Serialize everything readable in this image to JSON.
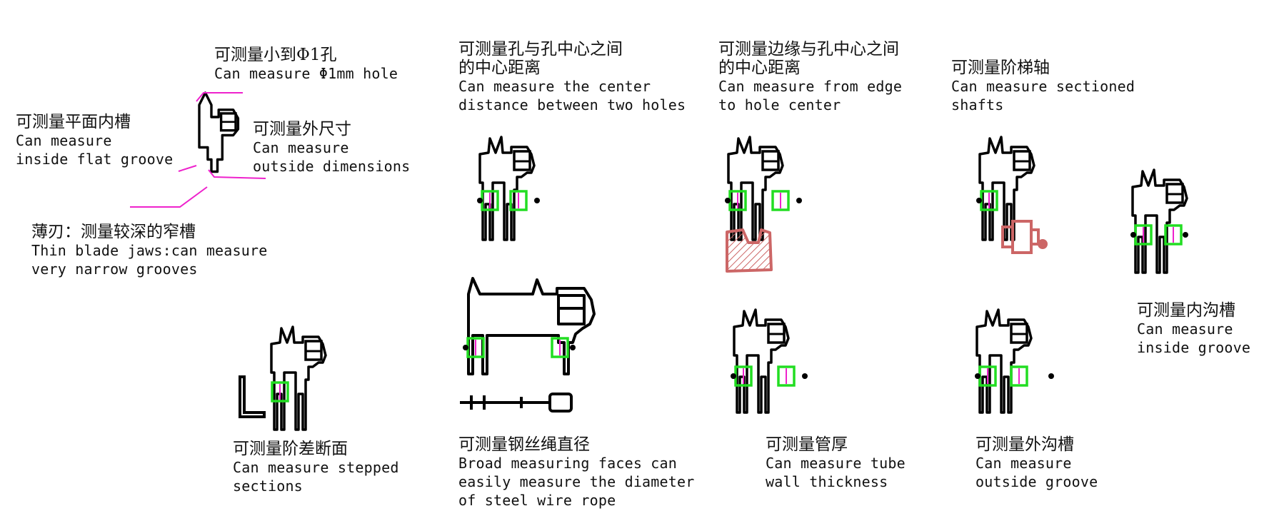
{
  "labels": {
    "small_hole": {
      "zh": "可测量小到Φ1孔",
      "en": "Can measure Φ1mm hole"
    },
    "flat_groove": {
      "zh": "可测量平面内槽",
      "en1": "Can measure",
      "en2": "inside flat groove"
    },
    "outside_dim": {
      "zh": "可测量外尺寸",
      "en1": "Can measure",
      "en2": "outside dimensions"
    },
    "thin_blade": {
      "zh": "薄刃：测量较深的窄槽",
      "en1": "Thin blade jaws:can measure",
      "en2": "very narrow grooves"
    },
    "two_holes": {
      "zh1": "可测量孔与孔中心之间",
      "zh2": "的中心距离",
      "en1": "Can measure the center",
      "en2": "distance between two holes"
    },
    "edge_hole": {
      "zh1": "可测量边缘与孔中心之间",
      "zh2": "的中心距离",
      "en1": "Can measure from edge",
      "en2": "to hole center"
    },
    "shafts": {
      "zh": "可测量阶梯轴",
      "en1": "Can measure sectioned",
      "en2": "shafts"
    },
    "inside_groove": {
      "zh": "可测量内沟槽",
      "en1": "Can measure",
      "en2": "inside groove"
    },
    "stepped": {
      "zh": "可测量阶差断面",
      "en1": "Can measure stepped",
      "en2": "sections"
    },
    "wire_rope": {
      "zh": "可测量钢丝绳直径",
      "en1": "Broad measuring faces can",
      "en2": "easily measure the diameter",
      "en3": "of steel wire rope"
    },
    "tube": {
      "zh": "可测量管厚",
      "en1": "Can measure tube",
      "en2": "wall thickness"
    },
    "outside_groove": {
      "zh": "可测量外沟槽",
      "en1": "Can measure",
      "en2": "outside groove"
    }
  },
  "colors": {
    "line": "#000000",
    "contact": "#22dd22",
    "pointer": "#ee22cc",
    "workpiece": "#cc6666"
  }
}
